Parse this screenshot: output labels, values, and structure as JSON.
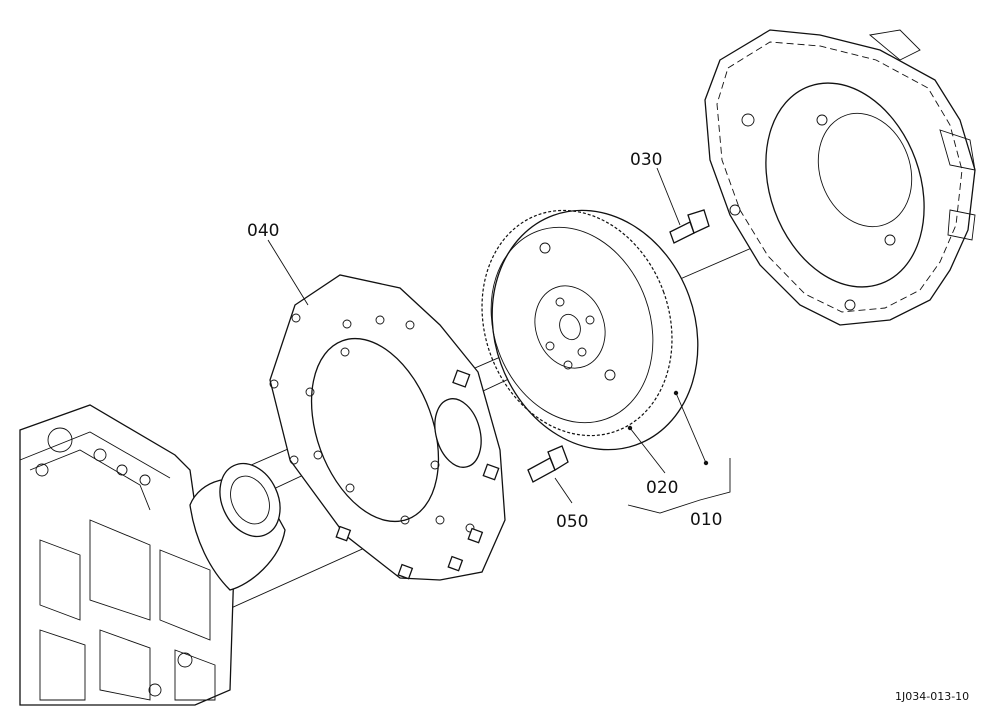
{
  "callouts": {
    "p010": "010",
    "p020": "020",
    "p030": "030",
    "p040": "040",
    "p050": "050"
  },
  "figure_id": "1J034-013-10"
}
